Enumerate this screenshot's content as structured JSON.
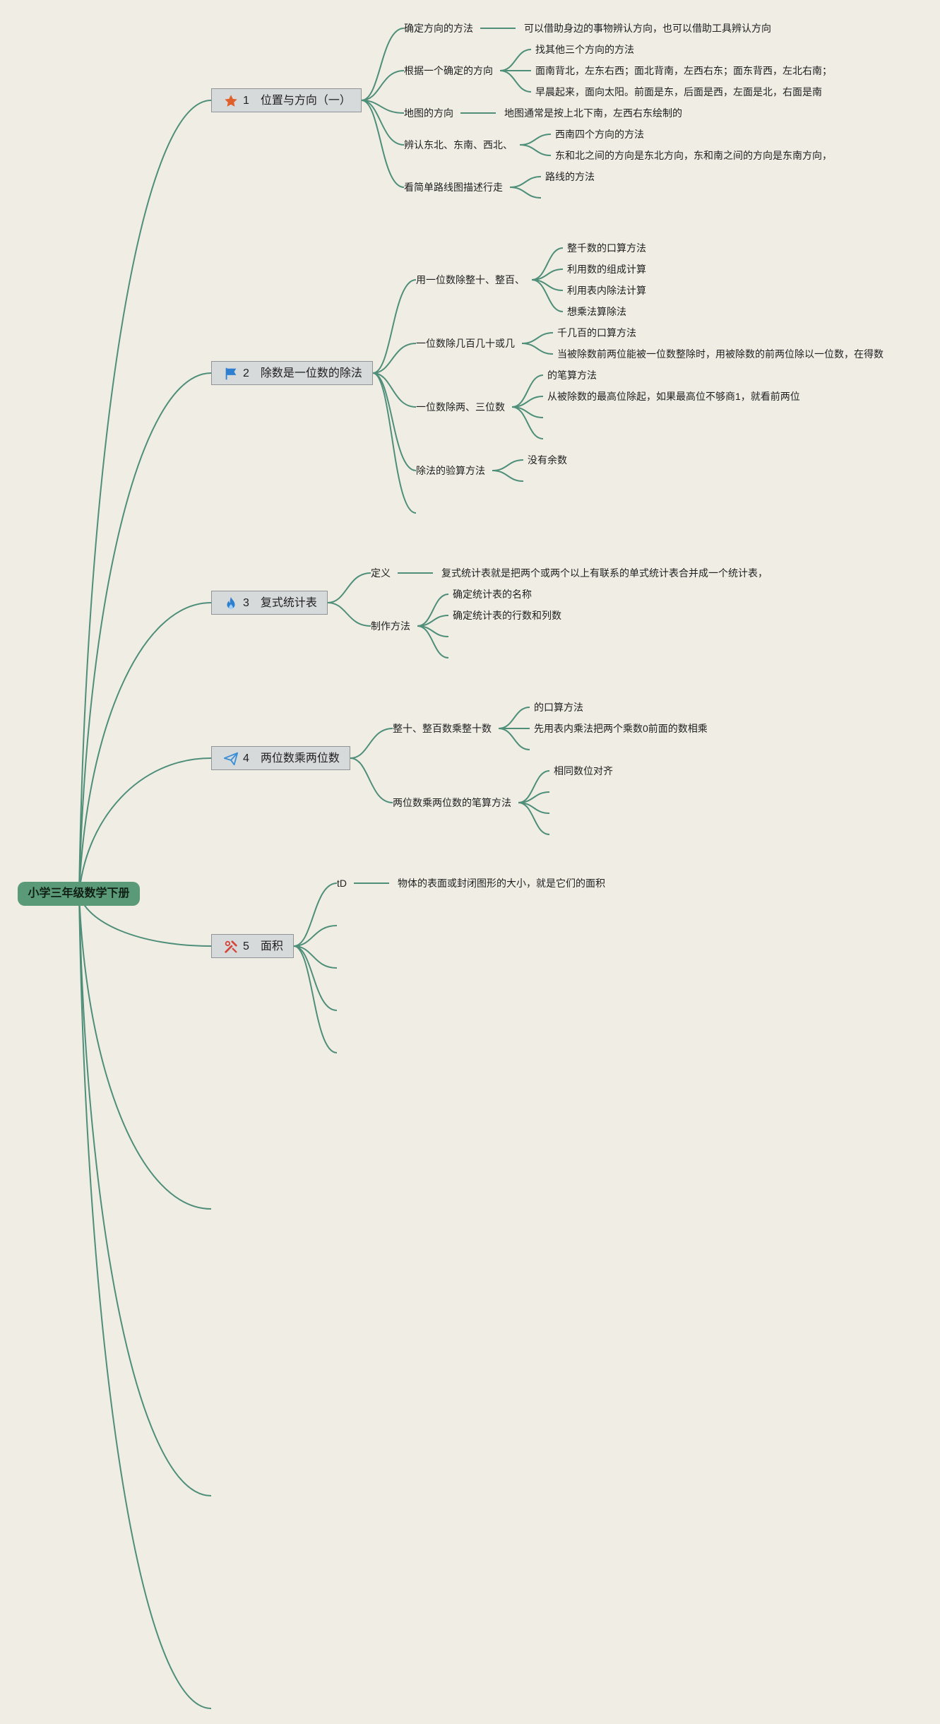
{
  "root": {
    "title": "小学三年级数学下册"
  },
  "branches": [
    {
      "num": "1",
      "title": "位置与方向（一）",
      "icon": "star-icon",
      "icon_color": "#e0602c",
      "children": [
        {
          "label": "确定方向的方法",
          "leaves": [
            "可以借助身边的事物辨认方向，也可以借助工具辨认方向"
          ]
        },
        {
          "label": "根据一个确定的方向",
          "leaves": [
            "找其他三个方向的方法",
            "面南背北，左东右西；面北背南，左西右东；面东背西，左北右南；",
            "早晨起来，面向太阳。前面是东，后面是西，左面是北，右面是南"
          ]
        },
        {
          "label": "地图的方向",
          "leaves": [
            "地图通常是按上北下南，左西右东绘制的"
          ]
        },
        {
          "label": "辨认东北、东南、西北、",
          "leaves": [
            "西南四个方向的方法",
            "东和北之间的方向是东北方向，东和南之间的方向是东南方向，"
          ]
        },
        {
          "label": "看简单路线图描述行走",
          "leaves": [
            "路线的方法",
            ""
          ]
        }
      ]
    },
    {
      "num": "2",
      "title": "除数是一位数的除法",
      "icon": "flag-icon",
      "icon_color": "#2f7fd0",
      "children": [
        {
          "label": "用一位数除整十、整百、",
          "leaves": [
            "整千数的口算方法",
            "利用数的组成计算",
            "利用表内除法计算",
            "想乘法算除法"
          ]
        },
        {
          "label": "一位数除几百几十或几",
          "leaves": [
            "千几百的口算方法",
            "当被除数前两位能被一位数整除时，用被除数的前两位除以一位数，在得数"
          ]
        },
        {
          "label": "一位数除两、三位数",
          "leaves": [
            "的笔算方法",
            "从被除数的最高位除起，如果最高位不够商1，就看前两位",
            "",
            ""
          ]
        },
        {
          "label": "除法的验算方法",
          "leaves": [
            "没有余数",
            ""
          ]
        },
        {
          "label": "",
          "leaves": []
        }
      ]
    },
    {
      "num": "3",
      "title": "复式统计表",
      "icon": "flame-icon",
      "icon_color": "#2f7fd0",
      "children": [
        {
          "label": "定义",
          "leaves": [
            "复式统计表就是把两个或两个以上有联系的单式统计表合并成一个统计表，"
          ]
        },
        {
          "label": "制作方法",
          "leaves": [
            "确定统计表的名称",
            "确定统计表的行数和列数",
            "",
            ""
          ]
        }
      ]
    },
    {
      "num": "4",
      "title": "两位数乘两位数",
      "icon": "paper-plane-icon",
      "icon_color": "#3a8fd8",
      "children": [
        {
          "label": "整十、整百数乘整十数",
          "leaves": [
            "的口算方法",
            "先用表内乘法把两个乘数0前面的数相乘",
            ""
          ]
        },
        {
          "label": "两位数乘两位数的笔算方法",
          "leaves": [
            "相同数位对齐",
            "",
            "",
            ""
          ]
        }
      ]
    },
    {
      "num": "5",
      "title": "面积",
      "icon": "tools-icon",
      "icon_color": "#d4453a",
      "children": [
        {
          "label": "tD",
          "leaves": [
            "物体的表面或封闭图形的大小，就是它们的面积"
          ]
        },
        {
          "label": "",
          "leaves": []
        },
        {
          "label": "",
          "leaves": []
        },
        {
          "label": "",
          "leaves": []
        },
        {
          "label": "",
          "leaves": []
        }
      ]
    },
    {
      "num": "",
      "title": "",
      "children": []
    },
    {
      "num": "",
      "title": "",
      "children": []
    },
    {
      "num": "",
      "title": "",
      "children": []
    }
  ],
  "colors": {
    "background": "#efede4",
    "link": "#4f8f7a",
    "root_fill": "#5a9a78",
    "topic_fill": "#d7dadb"
  }
}
